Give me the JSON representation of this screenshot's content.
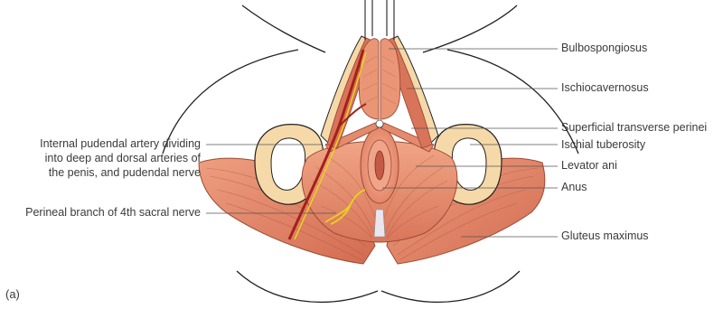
{
  "figure": {
    "panel_letter": "(a)",
    "labels": {
      "bulbospongiosus": "Bulbospongiosus",
      "ischiocavernosus": "Ischiocavernosus",
      "superficial_transverse_perinei": "Superficial transverse perinei",
      "ischial_tuberosity": "Ischial tuberosity",
      "levator_ani": "Levator ani",
      "anus": "Anus",
      "gluteus_maximus": "Gluteus maximus",
      "internal_pudendal_line1": "Internal pudendal artery dividing",
      "internal_pudendal_line2": "into deep and dorsal arteries of",
      "internal_pudendal_line3": "the penis, and pudendal nerve",
      "perineal_branch": "Perineal branch of 4th sacral nerve"
    },
    "colors": {
      "muscle": "#e9967a",
      "muscle_dark": "#c8624a",
      "muscle_line": "#9c4a35",
      "bone": "#f6d9a8",
      "artery": "#a3201a",
      "nerve": "#e8d21d",
      "leader": "#555555"
    }
  }
}
